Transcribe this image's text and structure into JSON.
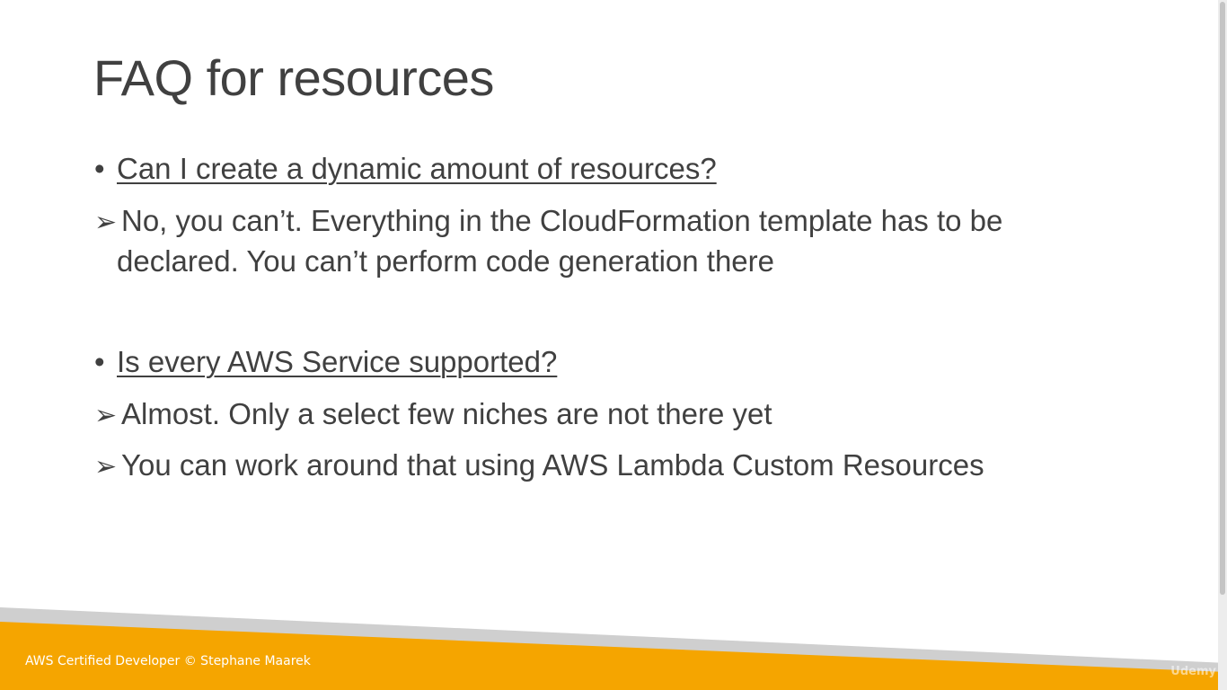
{
  "slide": {
    "title": "FAQ for resources",
    "bullet_char": "•",
    "arrow_char": "➢",
    "sections": [
      {
        "question": "Can I create a dynamic amount of resources?",
        "answers": [
          {
            "line1": "No, you can’t. Everything in the CloudFormation template has to be",
            "line2": "declared. You can’t perform code generation there"
          }
        ]
      },
      {
        "question": "Is every AWS Service supported?",
        "answers": [
          {
            "line1": "Almost. Only a select few niches are not there yet"
          },
          {
            "line1": "You can work around that using AWS Lambda Custom Resources"
          }
        ]
      }
    ]
  },
  "footer": {
    "text": "AWS Certified Developer © Stephane Maarek",
    "watermark": "Udemy",
    "colors": {
      "orange": "#f5a500",
      "gray": "#cfcfcf"
    }
  },
  "colors": {
    "text": "#404040",
    "background": "#ffffff"
  }
}
